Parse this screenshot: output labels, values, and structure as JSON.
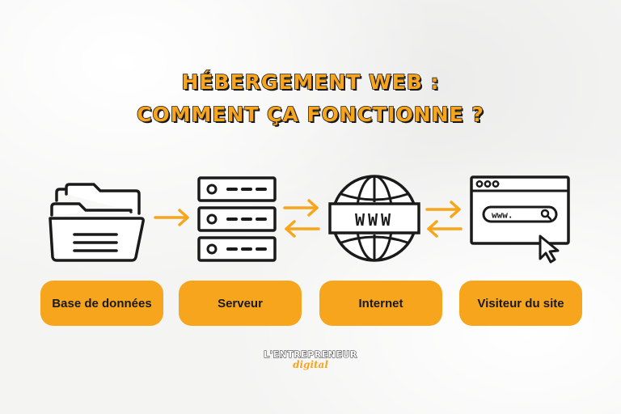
{
  "title": {
    "line1": "Hébergement web :",
    "line2": "comment ça fonctionne ?"
  },
  "nodes": [
    {
      "label": "Base de données",
      "icon": "folder-icon"
    },
    {
      "label": "Serveur",
      "icon": "server-icon"
    },
    {
      "label": "Internet",
      "icon": "globe-www-icon"
    },
    {
      "label": "Visiteur du site",
      "icon": "browser-window-icon"
    }
  ],
  "globe_text": "WWW",
  "browser_url": "www.",
  "logo": {
    "main": "L'ENTREPRENEUR",
    "sub": "digital"
  },
  "colors": {
    "accent": "#f7a51d",
    "ink": "#1a1a1a",
    "background": "#f4f4f3"
  }
}
